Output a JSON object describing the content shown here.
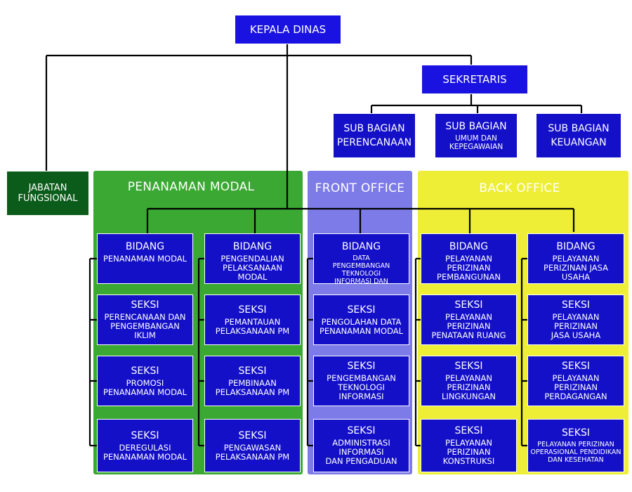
{
  "kepala": "KEPALA DINAS",
  "sekretaris": "SEKRETARIS",
  "sub_bagian": [
    {
      "title": "SUB BAGIAN",
      "lines": [
        "PERENCANAAN"
      ]
    },
    {
      "title": "SUB BAGIAN",
      "lines": [
        "UMUM DAN",
        "KEPEGAWAIAN"
      ]
    },
    {
      "title": "SUB BAGIAN",
      "lines": [
        "KEUANGAN"
      ]
    }
  ],
  "jabatan": [
    "JABATAN",
    "FUNGSIONAL"
  ],
  "panels": {
    "penanaman": "PENANAMAN MODAL",
    "front": "FRONT OFFICE",
    "back": "BACK OFFICE"
  },
  "columns": [
    [
      {
        "title": "BIDANG",
        "lines": [
          "PENANAMAN MODAL"
        ]
      },
      {
        "title": "SEKSI",
        "lines": [
          "PERENCANAAN DAN",
          "PENGEMBANGAN IKLIM"
        ]
      },
      {
        "title": "SEKSI",
        "lines": [
          "PROMOSI",
          "PENANAMAN MODAL"
        ]
      },
      {
        "title": "SEKSI",
        "lines": [
          "DEREGULASI",
          "PENANAMAN MODAL"
        ]
      }
    ],
    [
      {
        "title": "BIDANG",
        "lines": [
          "PENGENDALIAN",
          "PELAKSANAAN MODAL"
        ]
      },
      {
        "title": "SEKSI",
        "lines": [
          "PEMANTAUAN",
          "PELAKSANAAN PM"
        ]
      },
      {
        "title": "SEKSI",
        "lines": [
          "PEMBINAAN",
          "PELAKSANAAN PM"
        ]
      },
      {
        "title": "SEKSI",
        "lines": [
          "PENGAWASAN",
          "PELAKSANAAN PM"
        ]
      }
    ],
    [
      {
        "title": "BIDANG",
        "lines": [
          "DATA",
          "PENGEMBANGAN TEKNOLOGI",
          "INFORMASI DAN PENGADUAN"
        ]
      },
      {
        "title": "SEKSI",
        "lines": [
          "PENGOLAHAN DATA",
          "PENANAMAN MODAL"
        ]
      },
      {
        "title": "SEKSI",
        "lines": [
          "PENGEMBANGAN",
          "TEKNOLOGI INFORMASI"
        ]
      },
      {
        "title": "SEKSI",
        "lines": [
          "ADMINISTRASI INFORMASI",
          "DAN PENGADUAN"
        ]
      }
    ],
    [
      {
        "title": "BIDANG",
        "lines": [
          "PELAYANAN",
          "PERIZINAN PEMBANGUNAN"
        ]
      },
      {
        "title": "SEKSI",
        "lines": [
          "PELAYANAN PERIZINAN",
          "PENATAAN RUANG"
        ]
      },
      {
        "title": "SEKSI",
        "lines": [
          "PELAYANAN PERIZINAN",
          "LINGKUNGAN"
        ]
      },
      {
        "title": "SEKSI",
        "lines": [
          "PELAYANAN PERIZINAN",
          "KONSTRUKSI"
        ]
      }
    ],
    [
      {
        "title": "BIDANG",
        "lines": [
          "PELAYANAN",
          "PERIZINAN JASA USAHA"
        ]
      },
      {
        "title": "SEKSI",
        "lines": [
          "PELAYANAN PERIZINAN",
          "JASA USAHA"
        ]
      },
      {
        "title": "SEKSI",
        "lines": [
          "PELAYANAN PERIZINAN",
          "PERDAGANGAN"
        ]
      },
      {
        "title": "SEKSI",
        "lines": [
          "PELAYANAN PERIZINAN",
          "OPERASIONAL PENDIDIKAN",
          "DAN KESEHATAN"
        ]
      }
    ]
  ],
  "colors": {
    "box": "#1410c8",
    "penanaman_panel": "#3aa832",
    "front_panel": "#7d7be8",
    "back_panel": "#eeee36",
    "jabatan_box": "#0b5c1a",
    "connector": "#000000"
  }
}
